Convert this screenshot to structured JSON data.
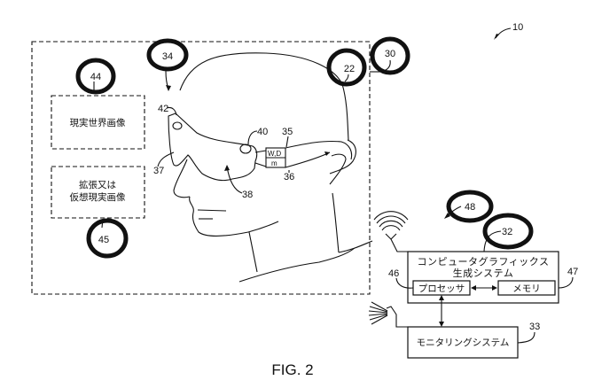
{
  "figure": {
    "caption": "FIG. 2",
    "overall_ref": "10"
  },
  "display_panel": {
    "real_world_box": {
      "ref": "44",
      "label": "現実世界画像"
    },
    "virtual_box": {
      "ref": "45",
      "line1": "拡張又は",
      "line2": "仮想現実画像"
    },
    "head_ref": "22",
    "panel_ref": "30",
    "headset_ref": "34",
    "labels": {
      "lens_left": "42",
      "lens_right": "40",
      "module_top": "35",
      "module_bottom": "36",
      "visor": "37",
      "visor_inner": "38",
      "module_text1": "W,D",
      "module_text2": "m"
    }
  },
  "block_diagram": {
    "wireless_ref": "48",
    "cg_system": {
      "ref": "32",
      "line1": "コンピュータグラフィックス",
      "line2": "生成システム"
    },
    "processor": {
      "ref": "46",
      "label": "プロセッサ"
    },
    "memory": {
      "ref": "47",
      "label": "メモリ"
    },
    "monitoring": {
      "ref": "33",
      "label": "モニタリングシステム"
    }
  }
}
